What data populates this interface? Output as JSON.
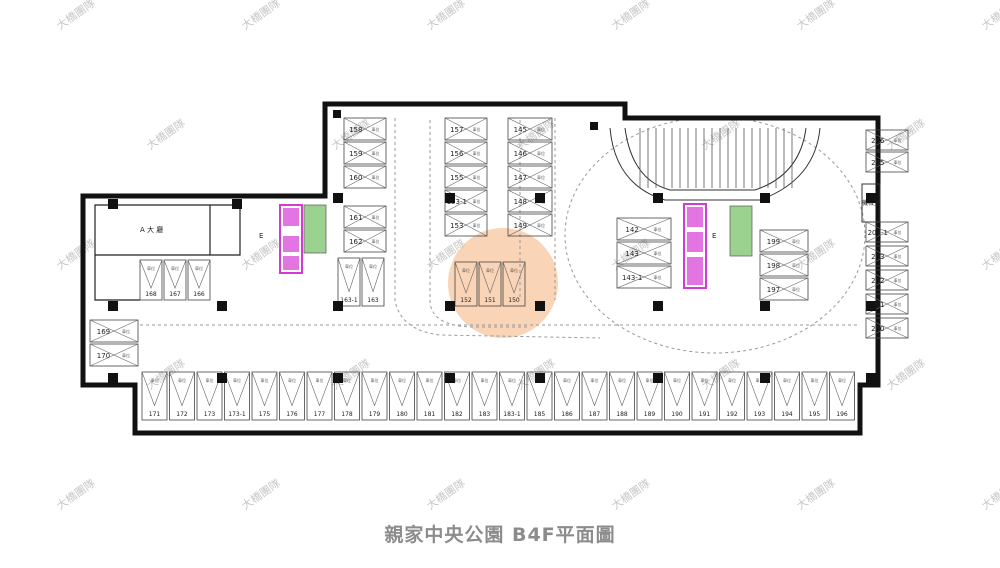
{
  "caption": "親家中央公園 B4F平面圖",
  "watermark_text": "大橋團隊",
  "colors": {
    "wall": "#111111",
    "stair_magenta": "#d63ad6",
    "elevator_green": "#7bc46b",
    "watermark_circle": "#f2a060",
    "text": "#222222",
    "caption": "#8c8c8c"
  },
  "plan": {
    "room_label": "A 大 廳",
    "machine_room_label": "機械室",
    "elevator_label": "E",
    "stall_tag": "車位",
    "spaces": {
      "top_left_column": [
        "158",
        "159",
        "160"
      ],
      "column_161": [
        "161",
        "162"
      ],
      "column_163": [
        "163-1",
        "163"
      ],
      "left_row_small": [
        "168",
        "167",
        "166"
      ],
      "left_side": [
        "169",
        "170"
      ],
      "center_left": [
        "157",
        "156",
        "155",
        "153-1",
        "153"
      ],
      "center_right": [
        "145",
        "146",
        "147",
        "148",
        "149"
      ],
      "center_bottom": [
        "152",
        "151",
        "150"
      ],
      "right_inner_left": [
        "142",
        "143",
        "143-1"
      ],
      "right_inner_right": [
        "199",
        "198",
        "197"
      ],
      "right_column": [
        "206",
        "205",
        "203-1",
        "203",
        "202",
        "201",
        "200"
      ],
      "bottom_row": [
        "171",
        "172",
        "173",
        "173-1",
        "175",
        "176",
        "177",
        "178",
        "179",
        "180",
        "181",
        "182",
        "183",
        "183-1",
        "185",
        "186",
        "187",
        "188",
        "189",
        "190",
        "191",
        "192",
        "193",
        "194",
        "195",
        "196"
      ]
    }
  }
}
